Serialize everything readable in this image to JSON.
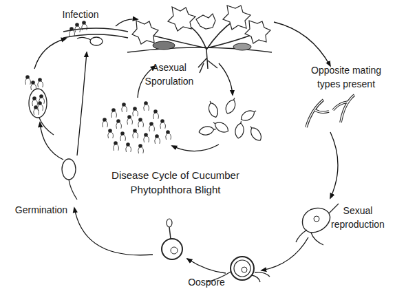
{
  "diagram": {
    "title": "Disease Cycle of Cucumber Phytophthora Blight",
    "labels": [
      "Infection",
      "Opposite mating types present",
      "Asexual Sporulation",
      "Sexual reproduction",
      "Germination",
      "Oospore"
    ]
  }
}
